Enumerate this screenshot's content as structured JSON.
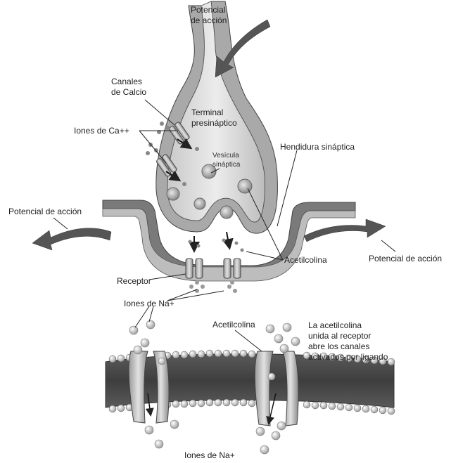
{
  "labels": {
    "potencial_top_line1": "Potencial",
    "potencial_top_line2": "de acción",
    "canales_line1": "Canales",
    "canales_line2": "de Calcio",
    "terminal_line1": "Terminal",
    "terminal_line2": "presináptico",
    "iones_ca": "Iones de Ca++",
    "vesicula_line1": "Vesícula",
    "vesicula_line2": "sináptica",
    "hendidura": "Hendidura sináptica",
    "potencial_left": "Potencial de acción",
    "potencial_right": "Potencial de acción",
    "acetilcolina_mid": "Acetilcolina",
    "receptor": "Receptor",
    "iones_na_mid": "Iones de Na+",
    "acetilcolina_bottom": "Acetilcolina",
    "desc_line1": "La acetilcolina",
    "desc_line2": "unida al receptor",
    "desc_line3": "abre los canales",
    "desc_line4": "activados por ligando",
    "iones_na_bottom": "Iones de Na+"
  }
}
